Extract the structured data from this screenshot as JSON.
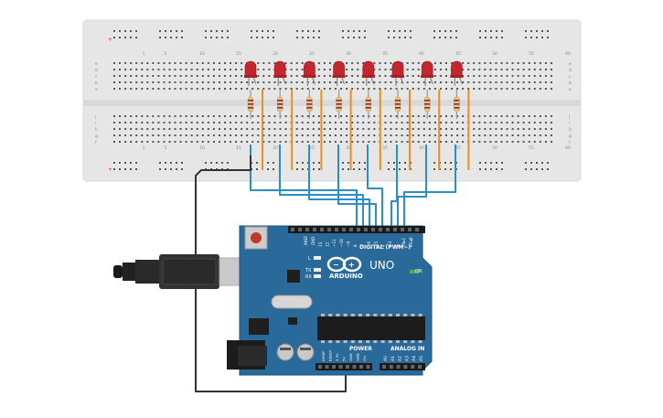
{
  "breadboard": {
    "row_letters_top": [
      "a",
      "b",
      "c",
      "d",
      "e"
    ],
    "row_letters_bottom": [
      "f",
      "g",
      "h",
      "i",
      "j"
    ],
    "column_numbers": [
      "1",
      "5",
      "10",
      "15",
      "20",
      "25",
      "30",
      "35",
      "40",
      "45",
      "50",
      "55",
      "60"
    ]
  },
  "circuit": {
    "led_count": 8,
    "led_color": "#c1272d",
    "wire_color": "#e8901e",
    "signal_wire_color": "#2b8fc6",
    "ground_wire_color": "#333333"
  },
  "arduino": {
    "brand_text": "ARDUINO",
    "model_text": "UNO",
    "digital_header_text": "DIGITAL (PWM~)",
    "power_text": "POWER",
    "analog_text": "ANALOG IN",
    "on_text": "ON",
    "l_text": "L",
    "tx_text": "TX",
    "rx_text": "RX",
    "aref_text": "AREF",
    "gnd_text": "GND",
    "digital_pins": [
      "13",
      "12",
      "~11",
      "~10",
      "~9",
      "8",
      "7",
      "~6",
      "~5",
      "4",
      "~3",
      "2",
      "TX▸1",
      "RX◂0"
    ],
    "power_pins": [
      "IOREF",
      "RESET",
      "3.3V",
      "5V",
      "GND",
      "GND",
      "Vin"
    ],
    "analog_pins": [
      "A0",
      "A1",
      "A2",
      "A3",
      "A4",
      "A5"
    ],
    "board_color": "#2a6a9a"
  }
}
